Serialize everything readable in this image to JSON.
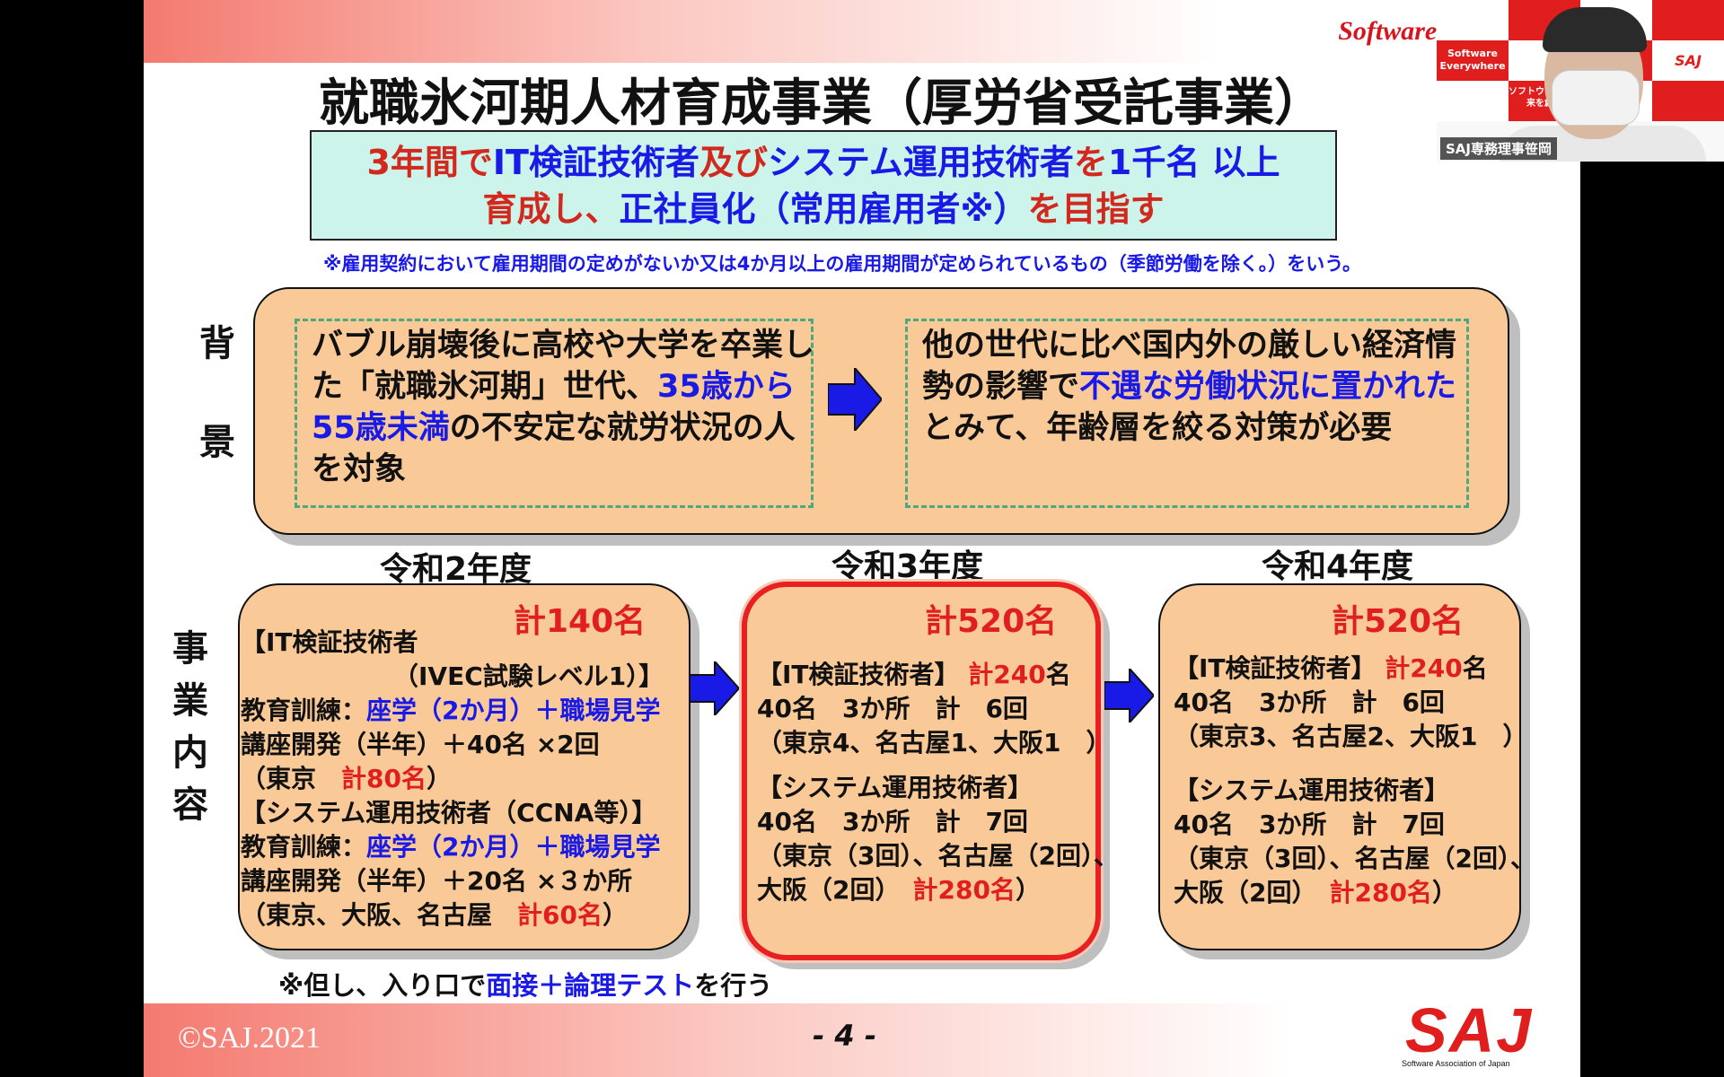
{
  "slide": {
    "brand": "Software Association",
    "title": "就職氷河期人材育成事業（厚労省受託事業）",
    "goal": {
      "l1_a": "3年間で",
      "l1_b": "IT検証技術者",
      "l1_c": "及び",
      "l1_d": "システム運用技術者",
      "l1_e": "を",
      "l1_f": "1千名 以上",
      "l2_a": "育成し、",
      "l2_b": "正社員化（常用雇用者※）",
      "l2_c": "を目指す"
    },
    "note": "※雇用契約において雇用期間の定めがないか又は4か月以上の雇用期間が定められているもの（季節労働を除く。）をいう。",
    "background_label_1": "背",
    "background_label_2": "景",
    "background_left": {
      "p1": "バブル崩壊後に高校や大学を卒業した「就職氷河期」世代、",
      "p2_blue": "35歳から55歳未満",
      "p3": "の不安定な就労状況の人を対象"
    },
    "background_right": {
      "p1": "他の世代に比べ国内外の厳しい経済情勢の影響で",
      "p2_blue": "不遇な労働状況に置かれた",
      "p3": "とみて、年齢層を絞る対策が必要"
    },
    "business_label": [
      "事",
      "業",
      "内",
      "容"
    ],
    "years": [
      "令和2年度",
      "令和3年度",
      "令和4年度"
    ],
    "box1": {
      "total": "計140名",
      "l1": "【IT検証技術者",
      "l2": "（IVEC試験レベル1）】",
      "l3_a": "教育訓練：",
      "l3_b": "座学（2か月）＋職場見学",
      "l4": "講座開発（半年）＋40名 ×2回",
      "l5_a": "（東京　",
      "l5_b": "計80名",
      "l5_c": "）",
      "l6": "【システム運用技術者（CCNA等）】",
      "l7_a": "教育訓練：",
      "l7_b": "座学（2か月）＋職場見学",
      "l8": "講座開発（半年）＋20名 ×３か所",
      "l9_a": "（東京、大阪、名古屋　",
      "l9_b": "計60名",
      "l9_c": "）"
    },
    "box2": {
      "total": "計520名",
      "l1_a": "【IT検証技術者】 ",
      "l1_b": "計240",
      "l1_c": "名",
      "l2": "40名　3か所　計　6回",
      "l3": "（東京4、名古屋1、大阪1　）",
      "l4": "【システム運用技術者】",
      "l5": "40名　3か所　計　7回",
      "l6": "（東京（3回）、名古屋（2回）、",
      "l7_a": "大阪（2回）　",
      "l7_b": "計280名",
      "l7_c": "）"
    },
    "box3": {
      "total": "計520名",
      "l1_a": "【IT検証技術者】 ",
      "l1_b": "計240",
      "l1_c": "名",
      "l2": "40名　3か所　計　6回",
      "l3": "（東京3、名古屋2、大阪1　）",
      "l4": "【システム運用技術者】",
      "l5": "40名　3か所　計　7回",
      "l6": "（東京（3回）、名古屋（2回）、",
      "l7_a": "大阪（2回）　",
      "l7_b": "計280名",
      "l7_c": "）"
    },
    "footnote_a": "※但し、入り口で",
    "footnote_b": "面接＋論理テスト",
    "footnote_c": "を行う",
    "copyright": "©SAJ.2021",
    "page_number": "- 4 -",
    "logo_text": "SAJ",
    "logo_sub": "Software Association of Japan"
  },
  "webcam": {
    "participant_name": "SAJ専務理事笹岡",
    "tile_texts": [
      "Software Everywhere",
      "SAJ",
      "ソフトウェアの未来を創る"
    ]
  },
  "colors": {
    "accent_red": "#e01e1e",
    "accent_blue": "#1a1ae6",
    "panel_orange": "#fac998",
    "goal_bg": "#ccf4ea"
  }
}
